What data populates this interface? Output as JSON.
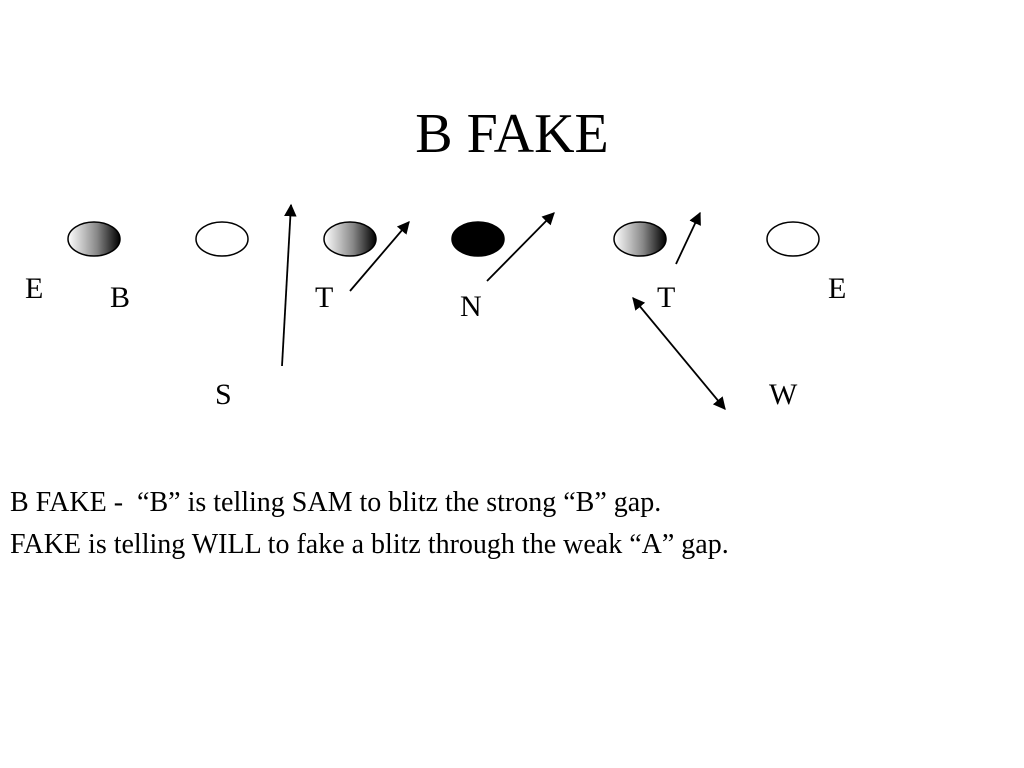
{
  "title": "B FAKE",
  "players": {
    "e_left": "E",
    "b": "B",
    "t_left": "T",
    "n": "N",
    "t_right": "T",
    "e_right": "E",
    "s": "S",
    "w": "W"
  },
  "linemen": [
    {
      "style": "gradient"
    },
    {
      "style": "hollow"
    },
    {
      "style": "gradient"
    },
    {
      "style": "solid"
    },
    {
      "style": "gradient"
    },
    {
      "style": "hollow"
    }
  ],
  "colors": {
    "ink": "#000000",
    "fill_solid": "#000000",
    "fill_light": "#ffffff"
  },
  "description": [
    "B FAKE -  “B” is telling SAM to blitz the strong “B” gap.",
    "FAKE is telling WILL to fake a blitz through the weak “A” gap."
  ]
}
